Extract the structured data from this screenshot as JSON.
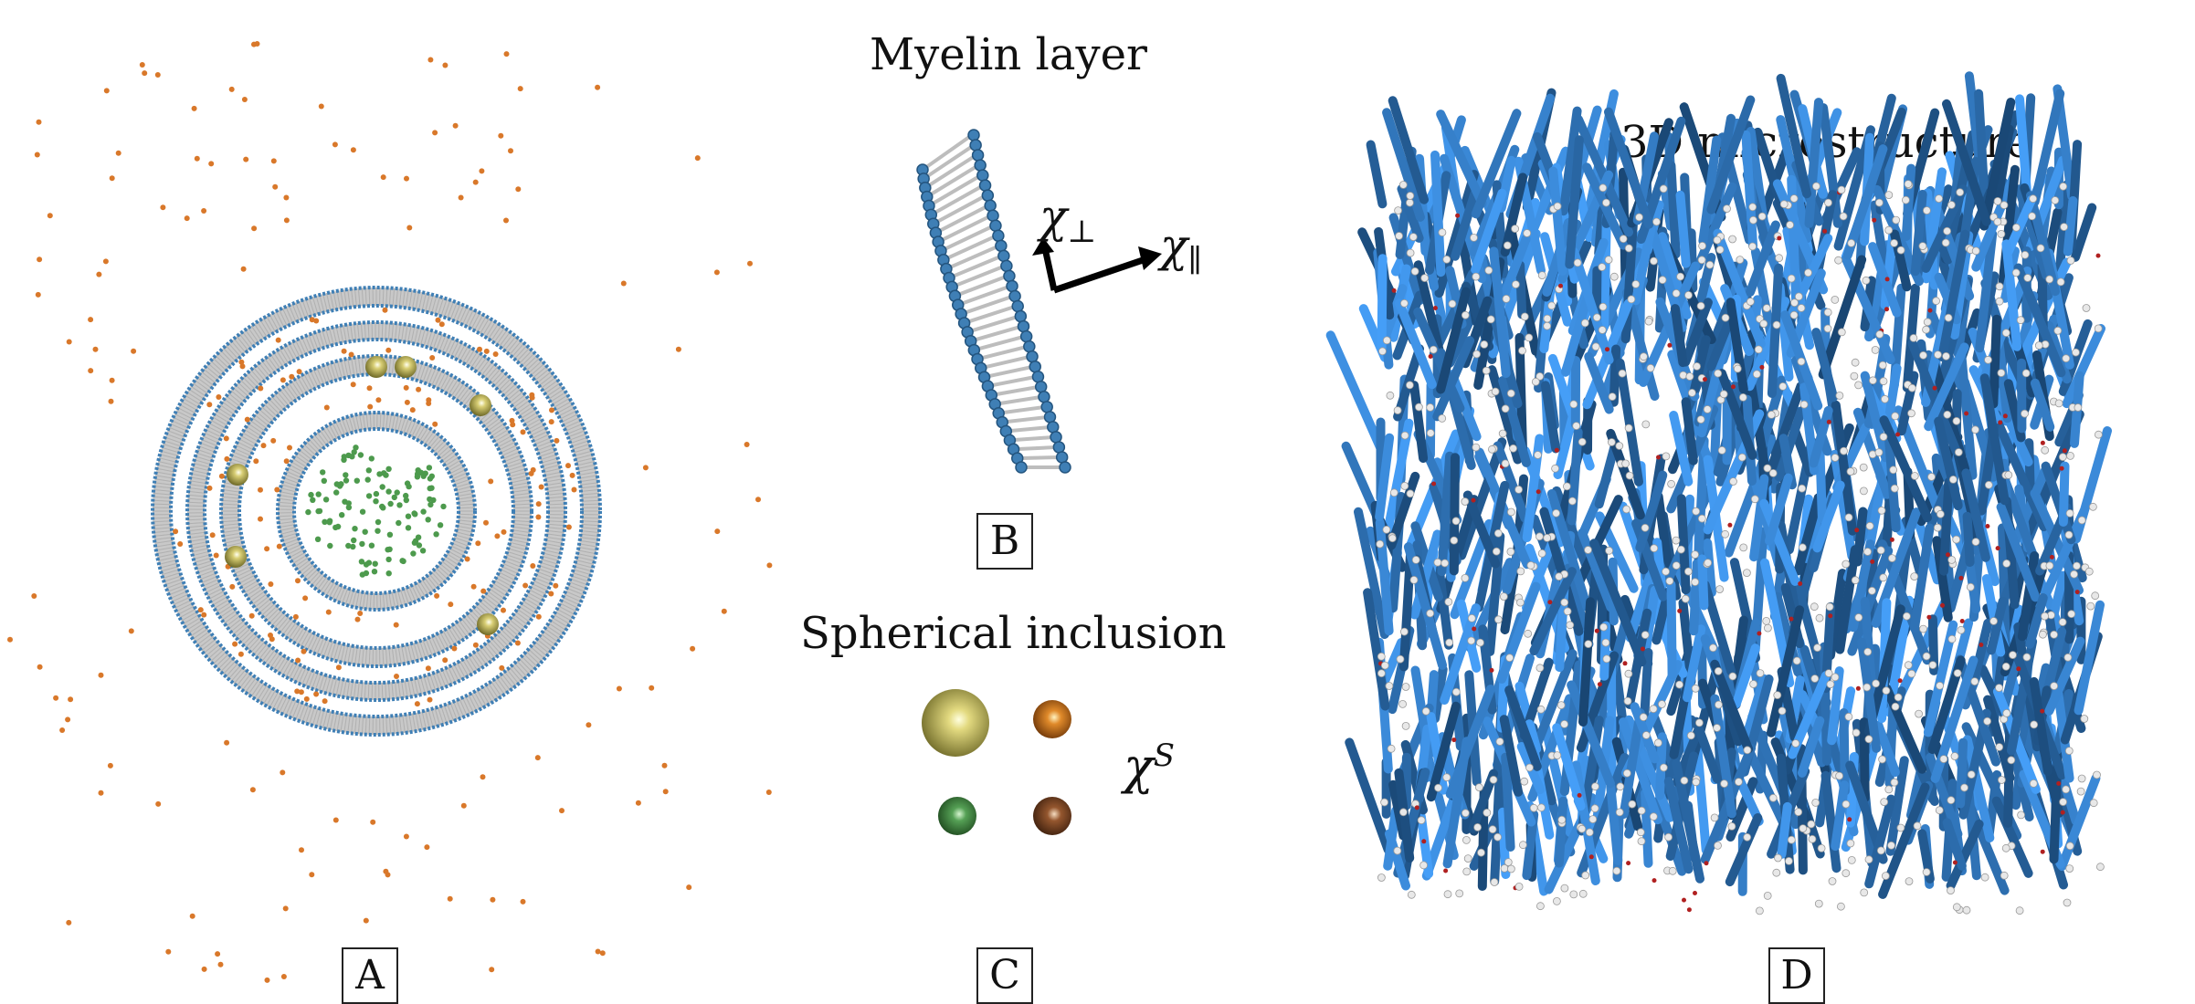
{
  "figure": {
    "panel_a": {
      "label": "A"
    },
    "panel_b": {
      "title": "Myelin layer",
      "label": "B",
      "chi_perp": "χ",
      "chi_perp_sub": "⊥",
      "chi_par": "χ",
      "chi_par_sub": "∥"
    },
    "panel_c": {
      "title": "Spherical inclusion",
      "label": "C",
      "chi_s": "χ",
      "chi_s_sup": "S"
    },
    "panel_d": {
      "title": "3D microstructure",
      "label": "D"
    }
  },
  "colors": {
    "membrane": "#c8c8c8",
    "bead": "#3f7fb5",
    "orange_particle": "#d9782a",
    "green_particle": "#4d9a4d",
    "gold_sphere": "#c8bd5c",
    "brown_sphere": "#7a4a2a",
    "fiber": "#234e73",
    "white_particle": "#e8e8e8"
  },
  "icons": {
    "chi_perp_arrow": "arrow-up-icon",
    "chi_par_arrow": "arrow-right-icon"
  }
}
